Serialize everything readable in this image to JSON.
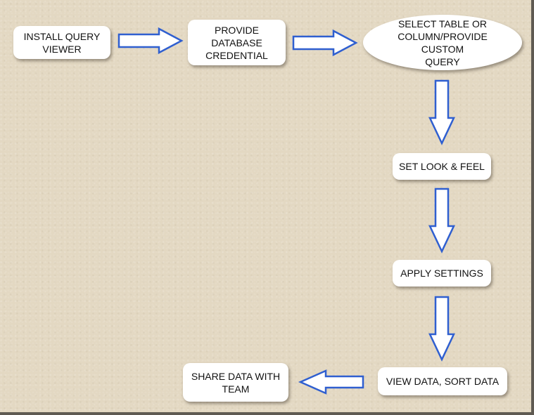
{
  "nodes": {
    "install": "INSTALL QUERY\nVIEWER",
    "credential": "PROVIDE\nDATABASE\nCREDENTIAL",
    "select": "SELECT TABLE OR\nCOLUMN/PROVIDE CUSTOM\nQUERY",
    "look_feel": "SET LOOK & FEEL",
    "apply": "APPLY SETTINGS",
    "view_sort": "VIEW DATA, SORT DATA",
    "share": "SHARE DATA WITH\nTEAM"
  },
  "colors": {
    "background": "#e3d8c2",
    "arrow_stroke": "#2f5fd0",
    "arrow_fill": "#ffffff",
    "node_fill": "#ffffff"
  }
}
